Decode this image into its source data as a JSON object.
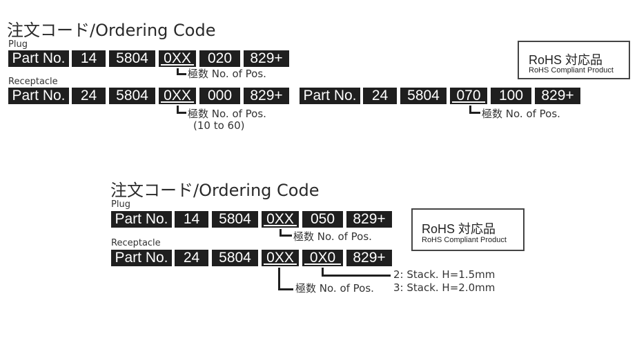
{
  "top": {
    "title": "注文コード/Ordering Code",
    "plug": {
      "label": "Plug",
      "segments": [
        "Part No.",
        "14",
        "5804",
        "0XX",
        "020",
        "829+"
      ],
      "note": "極数 No. of Pos."
    },
    "receptacle": {
      "label": "Receptacle",
      "segments": [
        "Part No.",
        "24",
        "5804",
        "0XX",
        "000",
        "829+"
      ],
      "note": "極数 No. of Pos.",
      "range": "(10 to 60)"
    },
    "receptacle2": {
      "segments": [
        "Part No.",
        "24",
        "5804",
        "070",
        "100",
        "829+"
      ],
      "note": "極数 No. of Pos."
    },
    "rohs": {
      "title": "RoHS 対応品",
      "subtitle": "RoHS Compliant Product"
    }
  },
  "bottom": {
    "title": "注文コード/Ordering Code",
    "plug": {
      "label": "Plug",
      "segments": [
        "Part No.",
        "14",
        "5804",
        "0XX",
        "050",
        "829+"
      ],
      "note": "極数 No. of Pos."
    },
    "receptacle": {
      "label": "Receptacle",
      "segments": [
        "Part No.",
        "24",
        "5804",
        "0XX",
        "0X0",
        "829+"
      ],
      "note": "極数 No. of Pos.",
      "stack_note_1": "2: Stack. H=1.5mm",
      "stack_note_2": "3: Stack. H=2.0mm"
    },
    "rohs": {
      "title": "RoHS 対応品",
      "subtitle": "RoHS Compliant Product"
    }
  }
}
